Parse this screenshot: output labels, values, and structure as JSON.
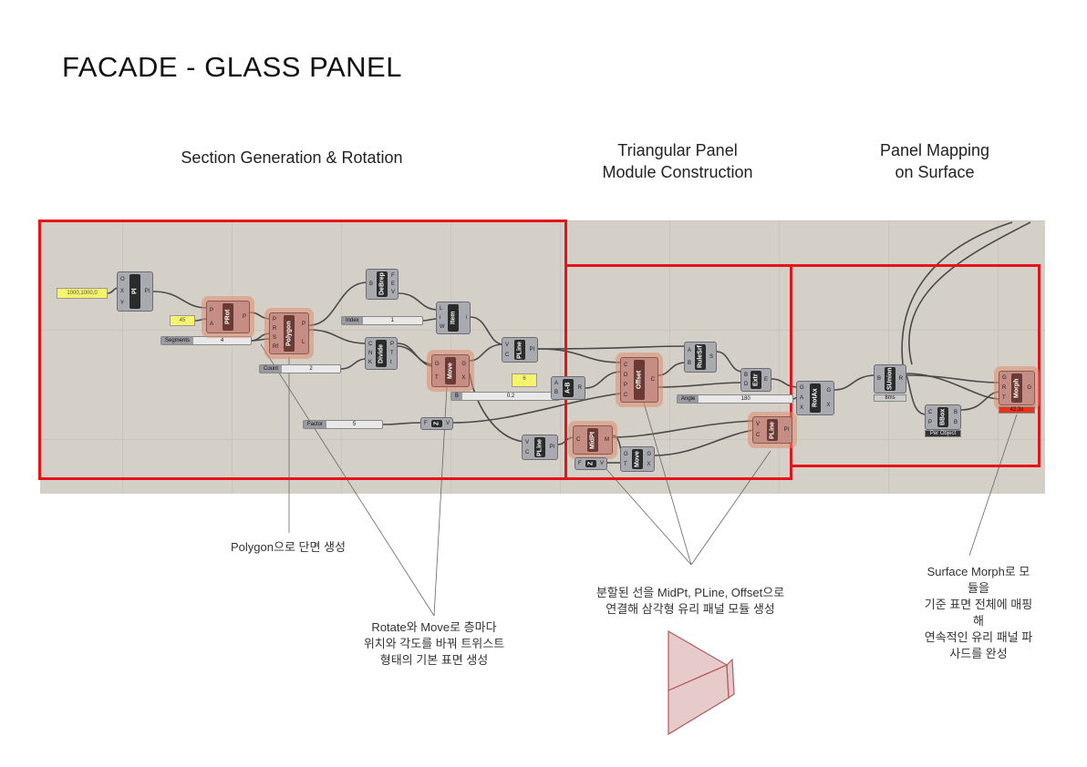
{
  "title": "FACADE - GLASS PANEL",
  "sections": [
    "Section Generation & Rotation",
    "Triangular Panel\nModule Construction",
    "Panel Mapping\non Surface"
  ],
  "panels": [
    "1000,1000,0",
    "45",
    "6"
  ],
  "sliders": [
    {
      "label": "Segments",
      "value": "4"
    },
    {
      "label": "Count",
      "value": "2"
    },
    {
      "label": "Index",
      "value": "1"
    },
    {
      "label": "B",
      "value": "0.2"
    },
    {
      "label": "Factor",
      "value": "5"
    },
    {
      "label": "Angle",
      "value": "180"
    }
  ],
  "nodes": [
    {
      "name": "Pl",
      "in": [
        "O",
        "X",
        "Y"
      ],
      "out": [
        "Pl"
      ],
      "hl": false
    },
    {
      "name": "PRot",
      "in": [
        "P",
        "A"
      ],
      "out": [
        "P"
      ],
      "hl": true
    },
    {
      "name": "Polygon",
      "in": [
        "P",
        "R",
        "S",
        "Rf"
      ],
      "out": [
        "P",
        "L"
      ],
      "hl": true
    },
    {
      "name": "DeBrep",
      "in": [
        "B"
      ],
      "out": [
        "F",
        "E",
        "V"
      ],
      "hl": false
    },
    {
      "name": "Item",
      "in": [
        "L",
        "i",
        "W"
      ],
      "out": [
        "i"
      ],
      "hl": false
    },
    {
      "name": "Divide",
      "in": [
        "C",
        "N",
        "K"
      ],
      "out": [
        "P",
        "T",
        "t"
      ],
      "hl": false
    },
    {
      "name": "Move",
      "in": [
        "G",
        "T"
      ],
      "out": [
        "G",
        "X"
      ],
      "hl": true
    },
    {
      "name": "PLine",
      "in": [
        "V",
        "C"
      ],
      "out": [
        "Pl"
      ],
      "hl": false
    },
    {
      "name": "A-B",
      "in": [
        "A",
        "B"
      ],
      "out": [
        "R"
      ],
      "hl": false
    },
    {
      "name": "Z",
      "in": [
        "F"
      ],
      "out": [
        "V"
      ],
      "hl": false
    },
    {
      "name": "PLine",
      "in": [
        "V",
        "C"
      ],
      "out": [
        "Pl"
      ],
      "hl": false
    },
    {
      "name": "Offset",
      "in": [
        "C",
        "D",
        "P",
        "C"
      ],
      "out": [
        "C"
      ],
      "hl": true
    },
    {
      "name": "RuleSrf",
      "in": [
        "A",
        "B"
      ],
      "out": [
        "S"
      ],
      "hl": false
    },
    {
      "name": "Extr",
      "in": [
        "B",
        "D"
      ],
      "out": [
        "E"
      ],
      "hl": false
    },
    {
      "name": "MidPt",
      "in": [
        "C"
      ],
      "out": [
        "M"
      ],
      "hl": true
    },
    {
      "name": "Z",
      "in": [
        "F"
      ],
      "out": [
        "V"
      ],
      "hl": false
    },
    {
      "name": "Move",
      "in": [
        "G",
        "T"
      ],
      "out": [
        "G",
        "X"
      ],
      "hl": false
    },
    {
      "name": "PLine",
      "in": [
        "V",
        "C"
      ],
      "out": [
        "Pl"
      ],
      "hl": true
    },
    {
      "name": "RotAx",
      "in": [
        "G",
        "A",
        "X"
      ],
      "out": [
        "G",
        "X"
      ],
      "hl": false
    },
    {
      "name": "SUnion",
      "in": [
        "B"
      ],
      "out": [
        "R"
      ],
      "hl": false
    },
    {
      "name": "BBox",
      "in": [
        "C",
        "P"
      ],
      "out": [
        "B",
        "B"
      ],
      "hl": false
    },
    {
      "name": "Morph",
      "in": [
        "G",
        "R",
        "T"
      ],
      "out": [
        "G"
      ],
      "hl": true
    }
  ],
  "node_subs": {
    "sunion": "8ms",
    "bbox": "Per Object",
    "morph": "42.3s"
  },
  "notes": [
    "Polygon으로 단면 생성",
    "Rotate와 Move로 층마다\n위치와 각도를 바꿔 트위스트\n형태의 기본 표면 생성",
    "분할된 선을 MidPt, PLine, Offset으로\n연결해 삼각형 유리 패널 모듈 생성",
    "Surface Morph로 모듈을\n기준 표면 전체에 매핑해\n연속적인 유리 패널 파사드를 완성"
  ],
  "colors": {
    "frame": "#e5141b",
    "canvas": "#d4d0c8",
    "highlight": "#c58d84",
    "glass": "#c98a8a"
  }
}
